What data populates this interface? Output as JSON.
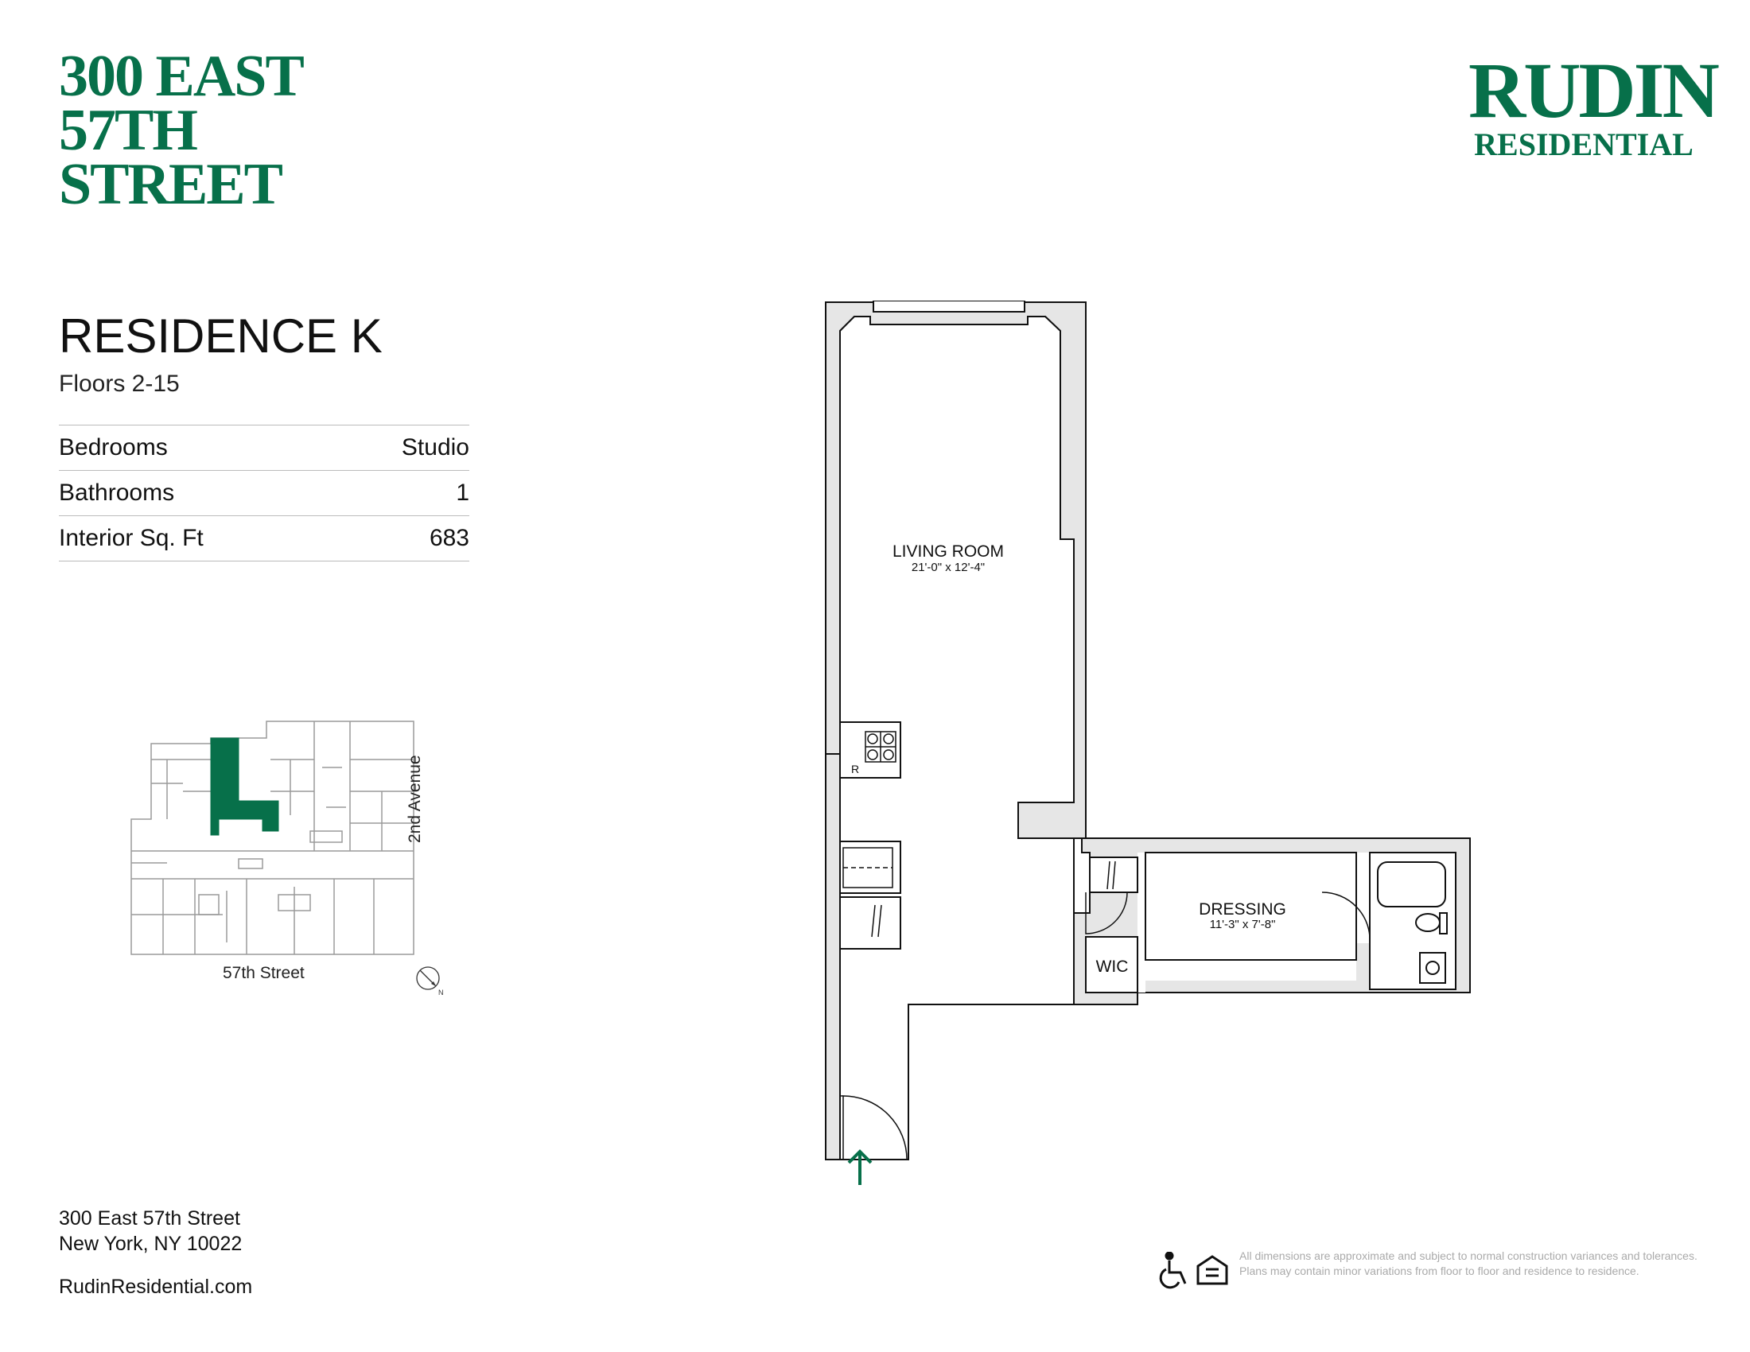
{
  "brand": {
    "building_name_lines": [
      "300 EAST",
      "57TH",
      "STREET"
    ],
    "logo_line1": "RUDIN",
    "logo_line2": "RESIDENTIAL"
  },
  "residence": {
    "title": "RESIDENCE K",
    "floors": "Floors 2-15",
    "specs": [
      {
        "label": "Bedrooms",
        "value": "Studio"
      },
      {
        "label": "Bathrooms",
        "value": "1"
      },
      {
        "label": "Interior Sq. Ft",
        "value": "683"
      }
    ]
  },
  "key_plan": {
    "street_label": "57th Street",
    "avenue_label": "2nd Avenue",
    "compass_label": "N",
    "highlight_color": "#07704a"
  },
  "floor_plan": {
    "rooms": [
      {
        "name": "LIVING ROOM",
        "dimensions": "21'-0\" x 12'-4\""
      },
      {
        "name": "DRESSING",
        "dimensions": "11'-3\" x 7'-8\""
      },
      {
        "name": "WIC",
        "dimensions": ""
      }
    ],
    "range_label": "R",
    "entry_arrow_color": "#07704a",
    "wall_color": "#e6e6e6"
  },
  "footer": {
    "address_line1": "300 East 57th Street",
    "address_line2": "New York, NY 10022",
    "website": "RudinResidential.com",
    "disclaimer": "All dimensions are approximate and subject to normal construction variances and tolerances. Plans may contain minor variations from floor to floor and residence to residence.",
    "icons": [
      "wheelchair-accessible-icon",
      "equal-housing-opportunity-icon"
    ]
  }
}
